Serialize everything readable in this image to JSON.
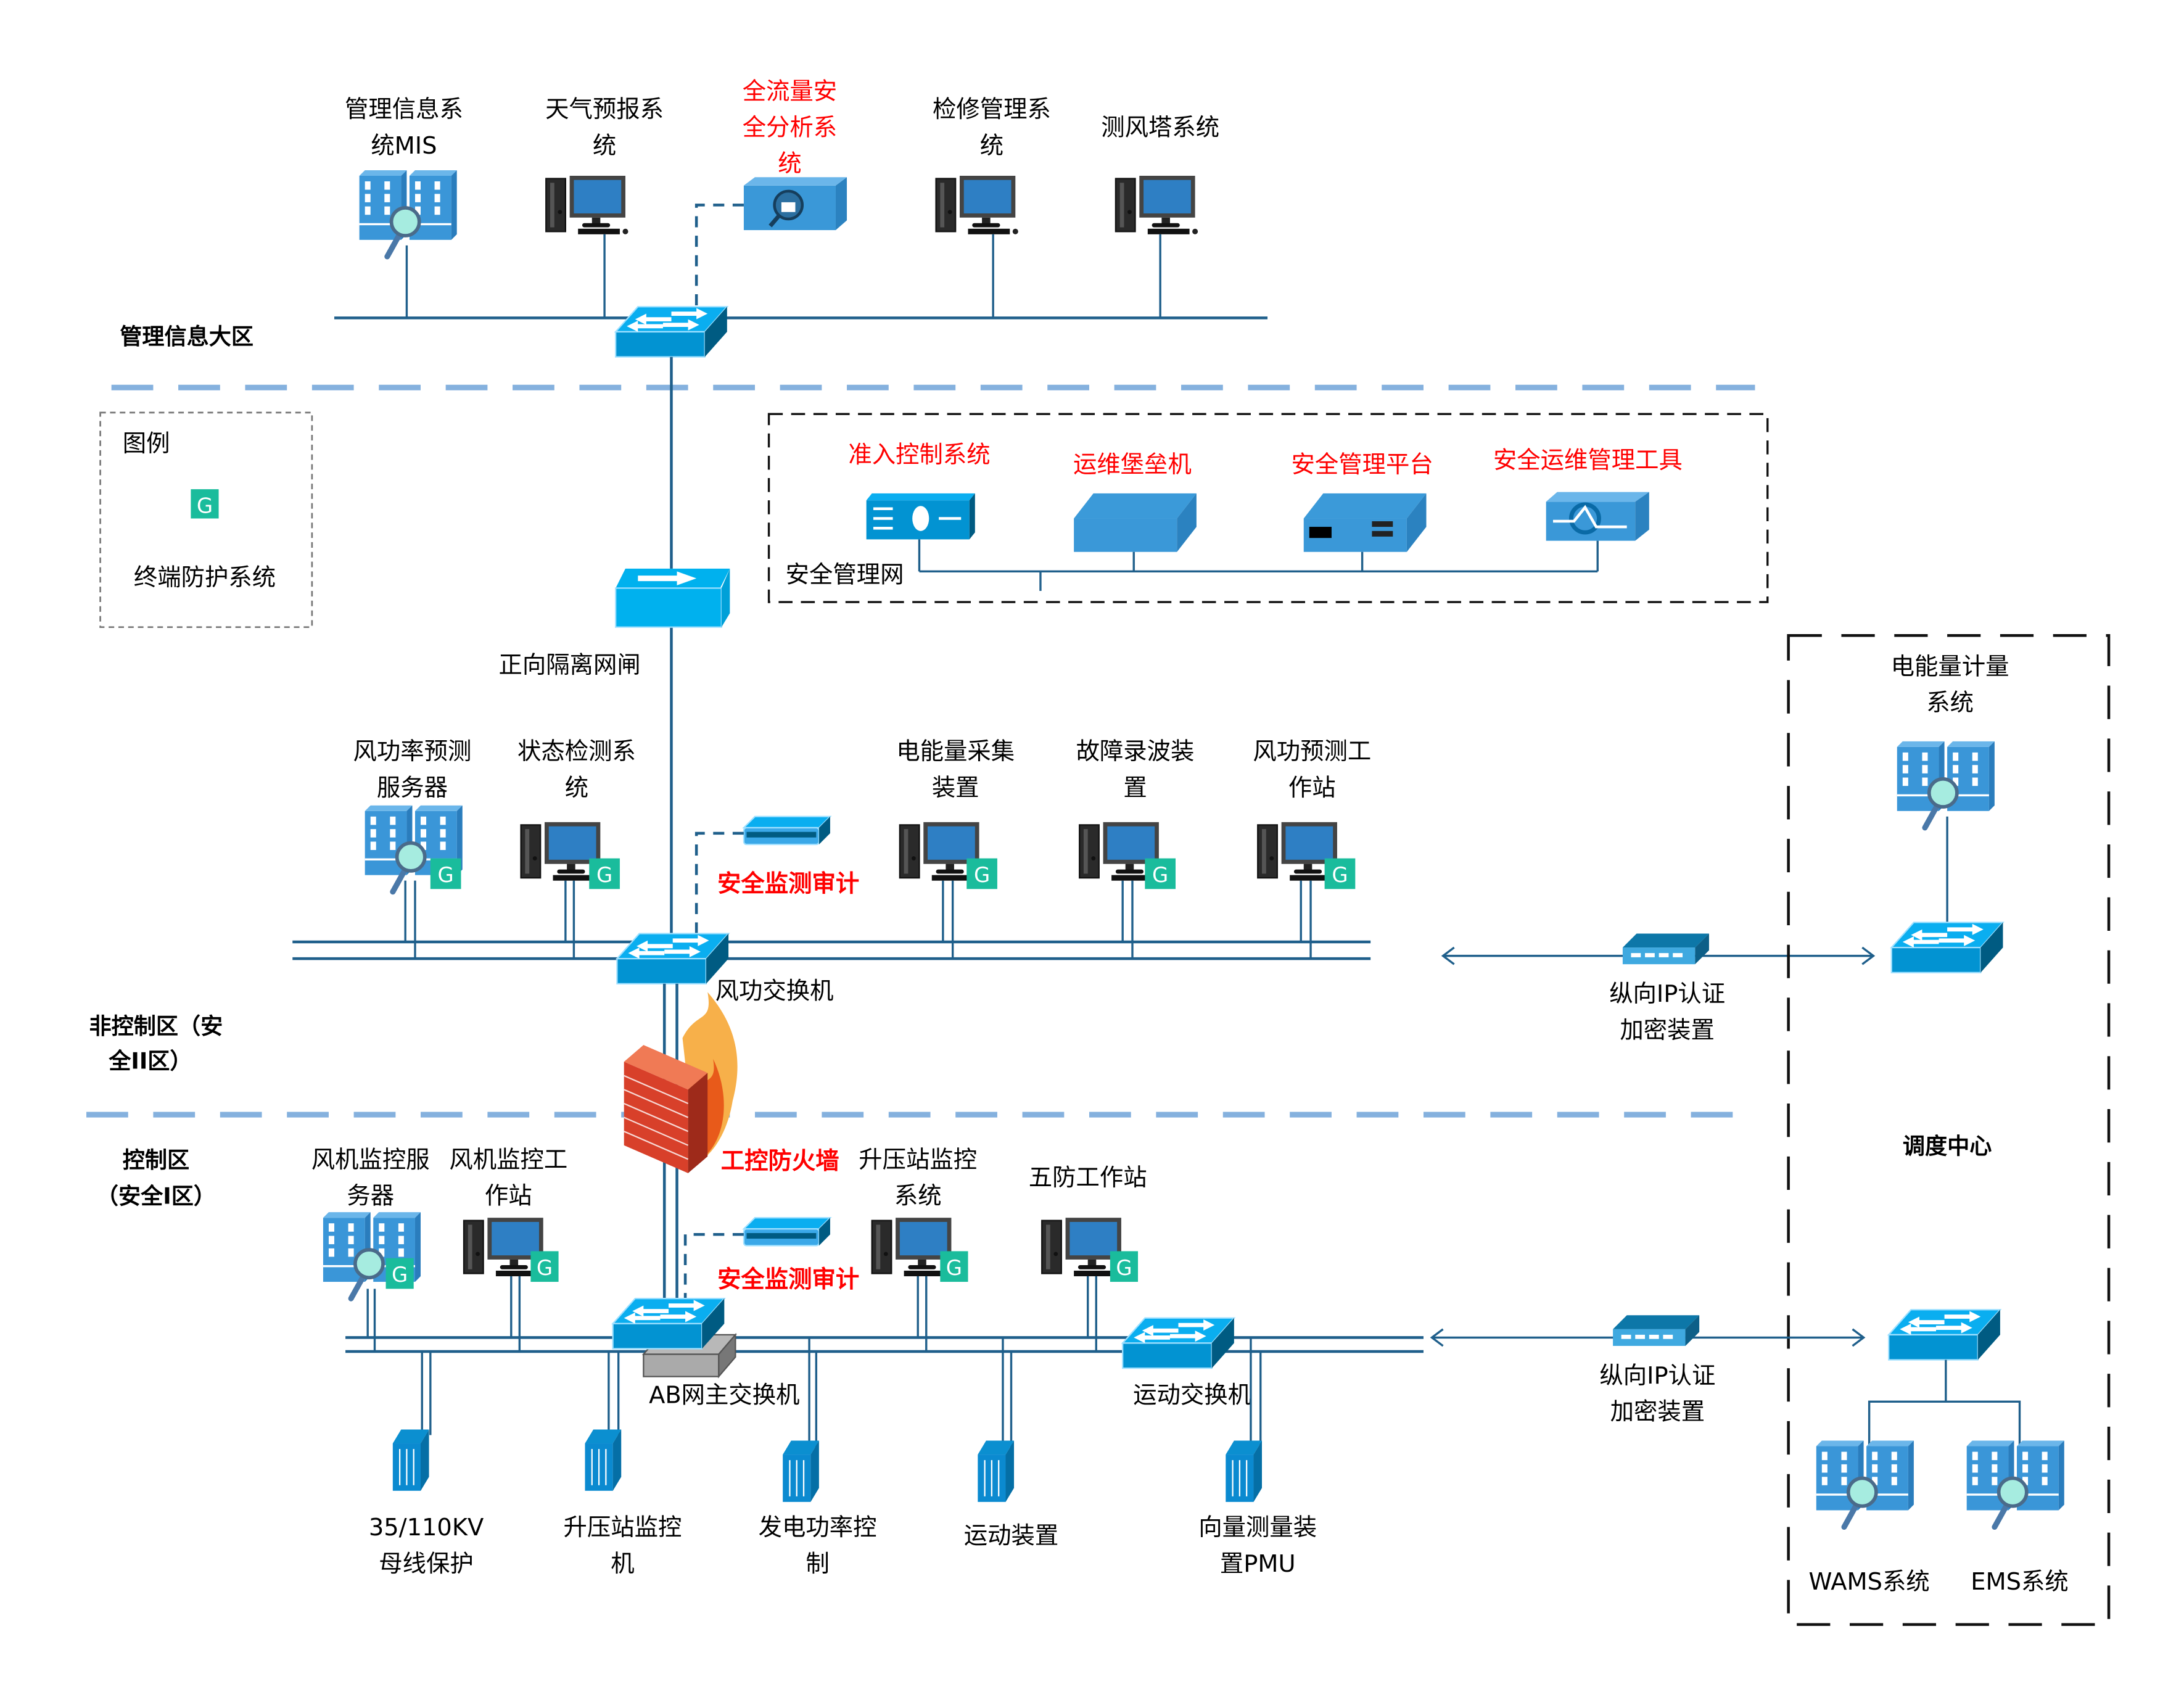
{
  "diagram": {
    "zones": {
      "management_info": "管理信息大区",
      "non_control": [
        "非控制区（安",
        "全II区）"
      ],
      "control": [
        "控制区",
        "（安全I区）"
      ],
      "dispatch_center": "调度中心"
    },
    "legend": {
      "title": "图例",
      "badge_letter": "G",
      "badge_label": "终端防护系统",
      "badge_color": "#1abc9c"
    },
    "management_zone_nodes": [
      {
        "lines": [
          "管理信息系",
          "统MIS"
        ],
        "type": "server",
        "highlight": false
      },
      {
        "lines": [
          "天气预报系",
          "统"
        ],
        "type": "workstation",
        "highlight": false
      },
      {
        "lines": [
          "全流量安",
          "全分析系",
          "统"
        ],
        "type": "security-appliance",
        "highlight": true
      },
      {
        "lines": [
          "检修管理系",
          "统"
        ],
        "type": "workstation",
        "highlight": false
      },
      {
        "lines": [
          "测风塔系统"
        ],
        "type": "workstation",
        "highlight": false
      }
    ],
    "security_management": {
      "network_label": "安全管理网",
      "devices": [
        {
          "label": "准入控制系统"
        },
        {
          "label": "运维堡垒机"
        },
        {
          "label": "安全管理平台"
        },
        {
          "label": "安全运维管理工具"
        }
      ]
    },
    "gatekeeper": {
      "label": "正向隔离网闸"
    },
    "non_control_nodes": [
      {
        "lines": [
          "风功率预测",
          "服务器"
        ],
        "type": "server",
        "badge": "G"
      },
      {
        "lines": [
          "状态检测系",
          "统"
        ],
        "type": "workstation",
        "badge": "G"
      },
      {
        "lines": [
          "电能量采集",
          "装置"
        ],
        "type": "workstation",
        "badge": "G"
      },
      {
        "lines": [
          "故障录波装",
          "置"
        ],
        "type": "workstation",
        "badge": "G"
      },
      {
        "lines": [
          "风功预测工",
          "作站"
        ],
        "type": "workstation",
        "badge": "G"
      }
    ],
    "audit_label": "安全监测审计",
    "wind_switch_label": "风功交换机",
    "firewall_label": "工控防火墙",
    "vertical_encryption_label": [
      "纵向IP认证",
      "加密装置"
    ],
    "energy_metering": [
      "电能量计量",
      "系统"
    ],
    "control_nodes": [
      {
        "lines": [
          "风机监控服",
          "务器"
        ],
        "type": "server",
        "badge": "G"
      },
      {
        "lines": [
          "风机监控工",
          "作站"
        ],
        "type": "workstation",
        "badge": "G"
      },
      {
        "lines": [
          "升压站监控",
          "系统"
        ],
        "type": "workstation",
        "badge": "G"
      },
      {
        "lines": [
          "五防工作站"
        ],
        "type": "workstation",
        "badge": "G"
      }
    ],
    "ab_switch_label": "AB网主交换机",
    "telecontrol_switch_label": "运动交换机",
    "field_devices": [
      {
        "lines": [
          "35/110KV",
          "母线保护"
        ]
      },
      {
        "lines": [
          "升压站监控",
          "机"
        ]
      },
      {
        "lines": [
          "发电功率控",
          "制"
        ]
      },
      {
        "lines": [
          "运动装置"
        ]
      },
      {
        "lines": [
          "向量测量装",
          "置PMU"
        ]
      }
    ],
    "dispatch_systems": [
      {
        "label": "WAMS系统"
      },
      {
        "label": "EMS系统"
      }
    ]
  }
}
